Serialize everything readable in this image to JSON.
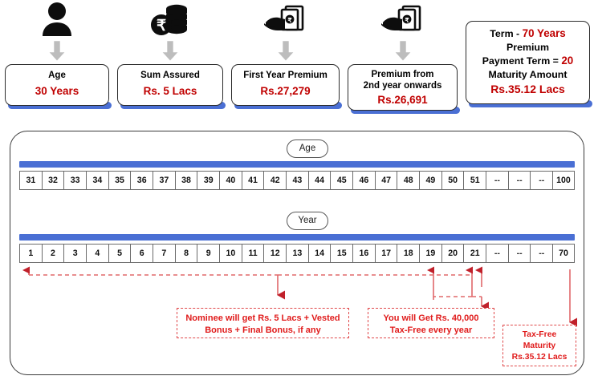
{
  "summary": {
    "cards": [
      {
        "icon": "person-icon",
        "label": "Age",
        "value": "30 Years",
        "name": "card-age"
      },
      {
        "icon": "rupee-coins-icon",
        "label": "Sum Assured",
        "value": "Rs. 5  Lacs",
        "name": "card-sum-assured"
      },
      {
        "icon": "hand-cash-icon",
        "label": "First Year Premium",
        "value": "Rs.27,279",
        "name": "card-first-year-premium"
      },
      {
        "icon": "hand-cash-icon",
        "label_line1": "Premium from",
        "label_line2": "2nd year onwards",
        "value": "Rs.26,691",
        "name": "card-premium-onwards"
      }
    ],
    "term_card": {
      "name": "card-term-maturity",
      "line1_prefix": "Term  - ",
      "line1_value": "70 Years",
      "line2": "Premium",
      "line3_prefix": "Payment Term = ",
      "line3_value": "20",
      "line4": "Maturity Amount",
      "line5_value": "Rs.35.12 Lacs"
    }
  },
  "timeline": {
    "age_pill": "Age",
    "year_pill": "Year",
    "age_cells": [
      "31",
      "32",
      "33",
      "34",
      "35",
      "36",
      "37",
      "38",
      "39",
      "40",
      "41",
      "42",
      "43",
      "44",
      "45",
      "46",
      "47",
      "48",
      "49",
      "50",
      "51",
      "--",
      "--",
      "--",
      "100"
    ],
    "year_cells": [
      "1",
      "2",
      "3",
      "4",
      "5",
      "6",
      "7",
      "8",
      "9",
      "10",
      "11",
      "12",
      "13",
      "14",
      "15",
      "16",
      "17",
      "18",
      "19",
      "20",
      "21",
      "--",
      "--",
      "--",
      "70"
    ]
  },
  "callouts": [
    {
      "name": "callout-death-benefit",
      "line1": "Nominee will get Rs. 5 Lacs + Vested",
      "line2": "Bonus + Final Bonus, if any"
    },
    {
      "name": "callout-annual-payout",
      "line1": "You will Get Rs. 40,000",
      "line2": "Tax-Free every year"
    },
    {
      "name": "callout-maturity",
      "line1": "Tax-Free",
      "line2": "Maturity",
      "line3": "Rs.35.12 Lacs"
    }
  ],
  "colors": {
    "accent_blue": "#4a6fd4",
    "value_red": "#c00000",
    "callout_red": "#e01b1b",
    "arrow_gray": "#bdbdbd",
    "connector_red": "#e0686a"
  }
}
